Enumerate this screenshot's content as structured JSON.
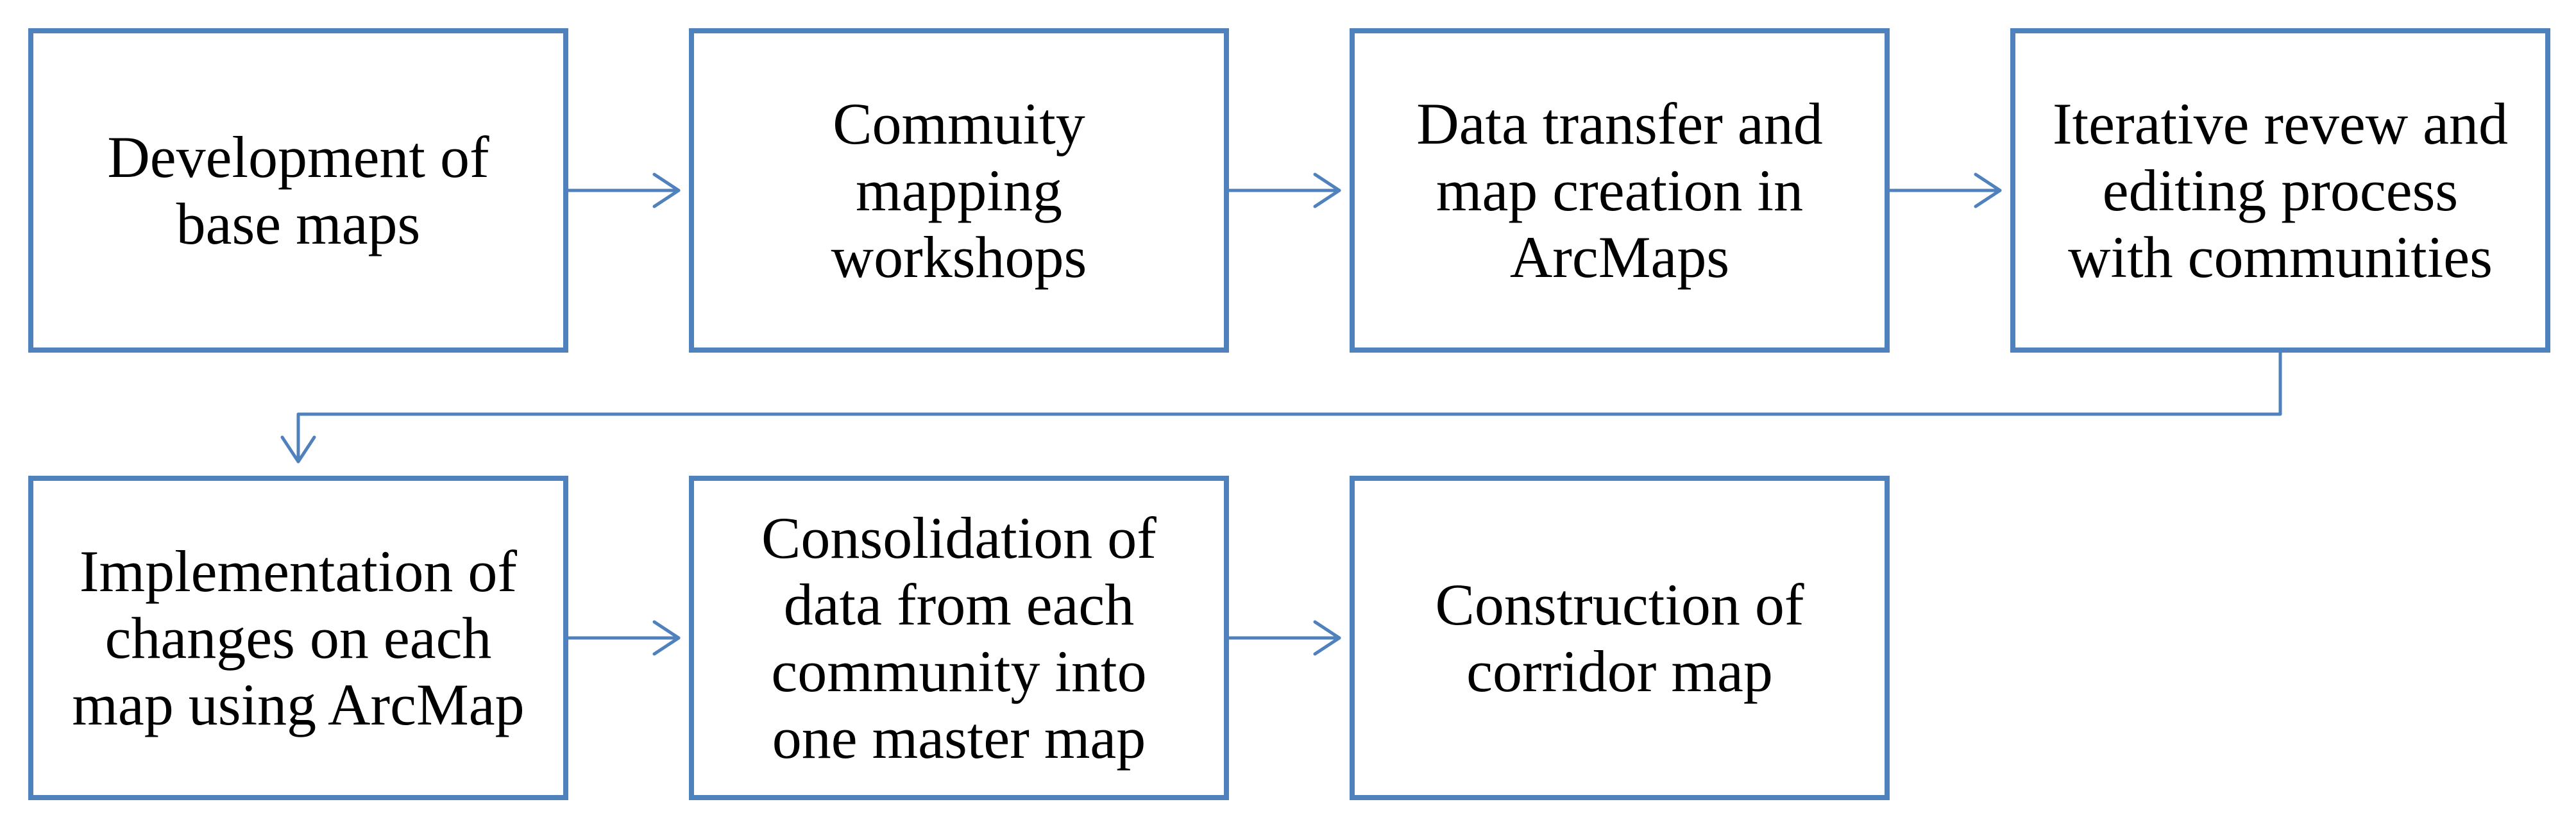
{
  "diagram": {
    "type": "flowchart",
    "colors": {
      "box_border": "#4f81bd",
      "arrow": "#4f81bd",
      "text": "#000000",
      "background": "#ffffff"
    },
    "steps": [
      {
        "label": "Development of base maps"
      },
      {
        "label": "Commuity mapping workshops"
      },
      {
        "label": "Data transfer and map creation in ArcMaps"
      },
      {
        "label": "Iterative revew and editing process with communities"
      },
      {
        "label": "Implementation of changes on each map using ArcMap"
      },
      {
        "label": "Consolidation of data from each community into one master map"
      },
      {
        "label": "Construction of corridor map"
      }
    ],
    "connections": [
      {
        "from": 1,
        "to": 2
      },
      {
        "from": 2,
        "to": 3
      },
      {
        "from": 3,
        "to": 4
      },
      {
        "from": 4,
        "to": 5
      },
      {
        "from": 5,
        "to": 6
      },
      {
        "from": 6,
        "to": 7
      }
    ]
  }
}
